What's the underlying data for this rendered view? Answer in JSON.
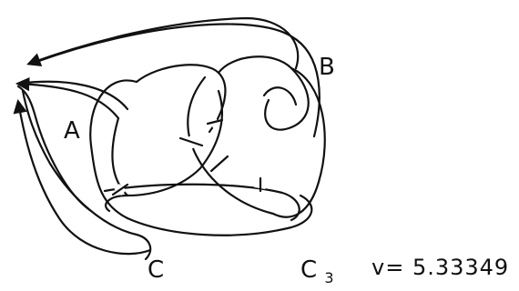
{
  "labels": {
    "a": "A",
    "b": "B",
    "c": "C"
  },
  "knot_name": {
    "main": "C",
    "subscript": "3"
  },
  "volume": "v= 5.33349"
}
